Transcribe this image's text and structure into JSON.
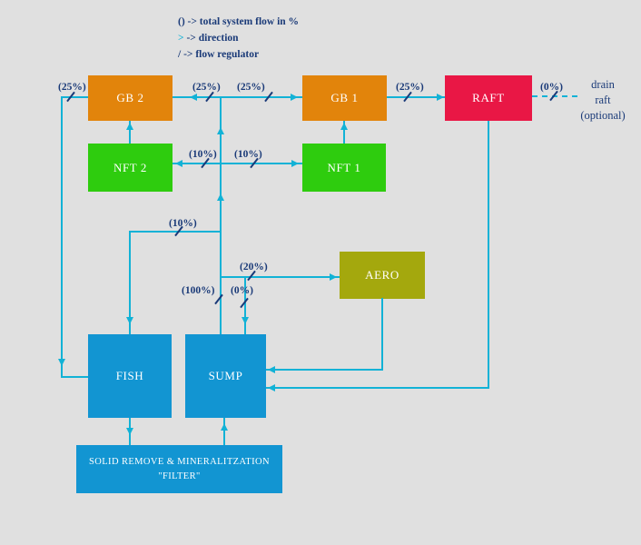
{
  "legend": {
    "flow": "() -> total system flow in %",
    "direction_symbol": ">",
    "direction": "-> direction",
    "regulator_symbol": "/",
    "regulator": "-> flow regulator"
  },
  "boxes": {
    "gb2": "GB 2",
    "gb1": "GB 1",
    "raft": "RAFT",
    "nft2": "NFT 2",
    "nft1": "NFT 1",
    "aero": "AERO",
    "fish": "FISH",
    "sump": "SUMP",
    "filter_line1": "SOLID REMOVE & MINERALITZATION",
    "filter_line2": "\"FILTER\""
  },
  "flow_labels": {
    "gb2_return": "(25%)",
    "gb2_supply": "(25%)",
    "gb1_supply": "(25%)",
    "raft_supply": "(25%)",
    "raft_drain": "(0%)",
    "nft2_supply": "(10%)",
    "nft1_supply": "(10%)",
    "fish_supply": "(10%)",
    "aero_supply": "(20%)",
    "sump_pump": "(100%)",
    "sump_bypass": "(0%)"
  },
  "notes": {
    "drain_line1": "drain",
    "drain_line2": "raft",
    "drain_line3": "(optional)"
  },
  "colors": {
    "background": "#e0e0e0",
    "pipe": "#12b2d6",
    "label": "#1a3a78",
    "growbed_orange": "#e2840b",
    "nft_green": "#2ecc0e",
    "raft_red": "#e91745",
    "aero_olive": "#a4a80d",
    "tank_blue": "#1295d2"
  }
}
